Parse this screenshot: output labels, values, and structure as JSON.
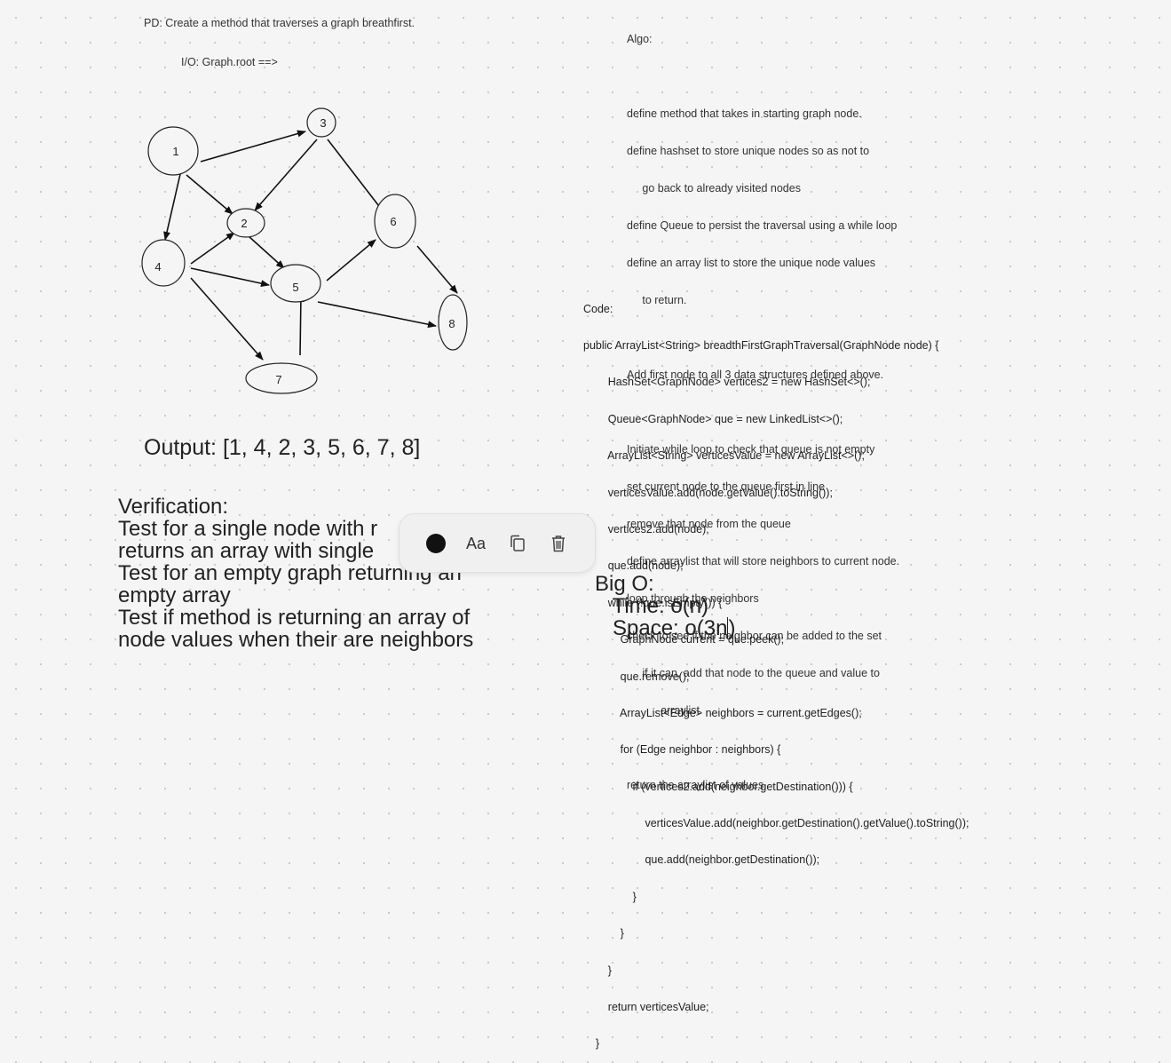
{
  "problem": {
    "pd": "PD: Create a method that traverses a graph breathfirst.",
    "io": "I/O: Graph.root ==>"
  },
  "graph": {
    "nodes": [
      "1",
      "2",
      "3",
      "4",
      "5",
      "6",
      "7",
      "8"
    ]
  },
  "output": "Output: [1, 4, 2, 3, 5, 6, 7, 8]",
  "verification": {
    "title": "Verification:",
    "lines": [
      "Test for a single node with r",
      "returns an array with single",
      "Test for an empty graph returning an",
      "empty array",
      "Test if method is returning an array of",
      "node values when their are neighbors"
    ]
  },
  "algo": {
    "title": "Algo:",
    "lines": [
      "define method that takes in starting graph node.",
      "define hashset to store unique nodes so as not to",
      "     go back to already visited nodes",
      "define Queue to persist the traversal using a while loop",
      "define an array list to store the unique node values",
      "     to return.",
      "",
      "Add first node to all 3 data structures defined above.",
      "",
      "Initiate while loop to check that queue is not empty",
      "set current node to the queue first in line",
      "remove that node from the queue",
      "define arraylist that will store neighbors to current node.",
      "loop through the neighbors",
      "check to see if the neighbor can be added to the set",
      "     if it can, add that node to the queue and value to",
      "           arraylist",
      "",
      "return the arraylist of values."
    ]
  },
  "code": {
    "label": "Code:",
    "lines": [
      "public ArrayList<String> breadthFirstGraphTraversal(GraphNode node) {",
      "        HashSet<GraphNode> vertices2 = new HashSet<>();",
      "        Queue<GraphNode> que = new LinkedList<>();",
      "        ArrayList<String> verticesValue = new ArrayList<>();",
      "        verticesValue.add(node.getValue().toString());",
      "        vertices2.add(node);",
      "        que.add(node);",
      "        while (!que.isEmpty()) {",
      "            GraphNode current = que.peek();",
      "            que.remove();",
      "            ArrayList<Edge> neighbors = current.getEdges();",
      "            for (Edge neighbor : neighbors) {",
      "                if (vertices2.add(neighbor.getDestination())) {",
      "                    verticesValue.add(neighbor.getDestination().getValue().toString());",
      "                    que.add(neighbor.getDestination());",
      "                }",
      "            }",
      "        }",
      "        return verticesValue;",
      "    }"
    ]
  },
  "bigo": {
    "title": "Big O:",
    "time": "   Time: o(n)",
    "space": "   Space: o(3n"
  },
  "toolbar": {
    "color": "#111111",
    "text_label": "Aa",
    "icons": [
      "color-swatch-icon",
      "text-style-icon",
      "copy-icon",
      "trash-icon"
    ]
  }
}
